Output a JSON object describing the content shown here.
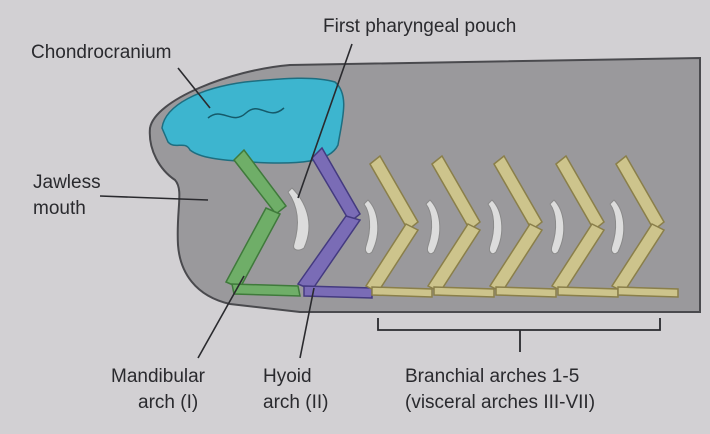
{
  "labels": {
    "chondrocranium": "Chondrocranium",
    "first_pouch": "First pharyngeal pouch",
    "jawless_line1": "Jawless",
    "jawless_line2": "mouth",
    "mandibular_line1": "Mandibular",
    "mandibular_line2": "arch (I)",
    "hyoid_line1": "Hyoid",
    "hyoid_line2": "arch (II)",
    "branchial_line1": "Branchial arches 1-5",
    "branchial_line2": "(visceral arches III-VII)"
  },
  "colors": {
    "background": "#d2d0d3",
    "head": "#9a999c",
    "head_outline": "#4a4a4e",
    "chondrocranium": "#3db5cf",
    "mandibular": "#6fae68",
    "hyoid": "#7a6cb6",
    "branchial": "#cdc48c",
    "pouch": "#dcdcdc",
    "leader_line": "#2a2a2e",
    "text": "#2a2a2e"
  }
}
